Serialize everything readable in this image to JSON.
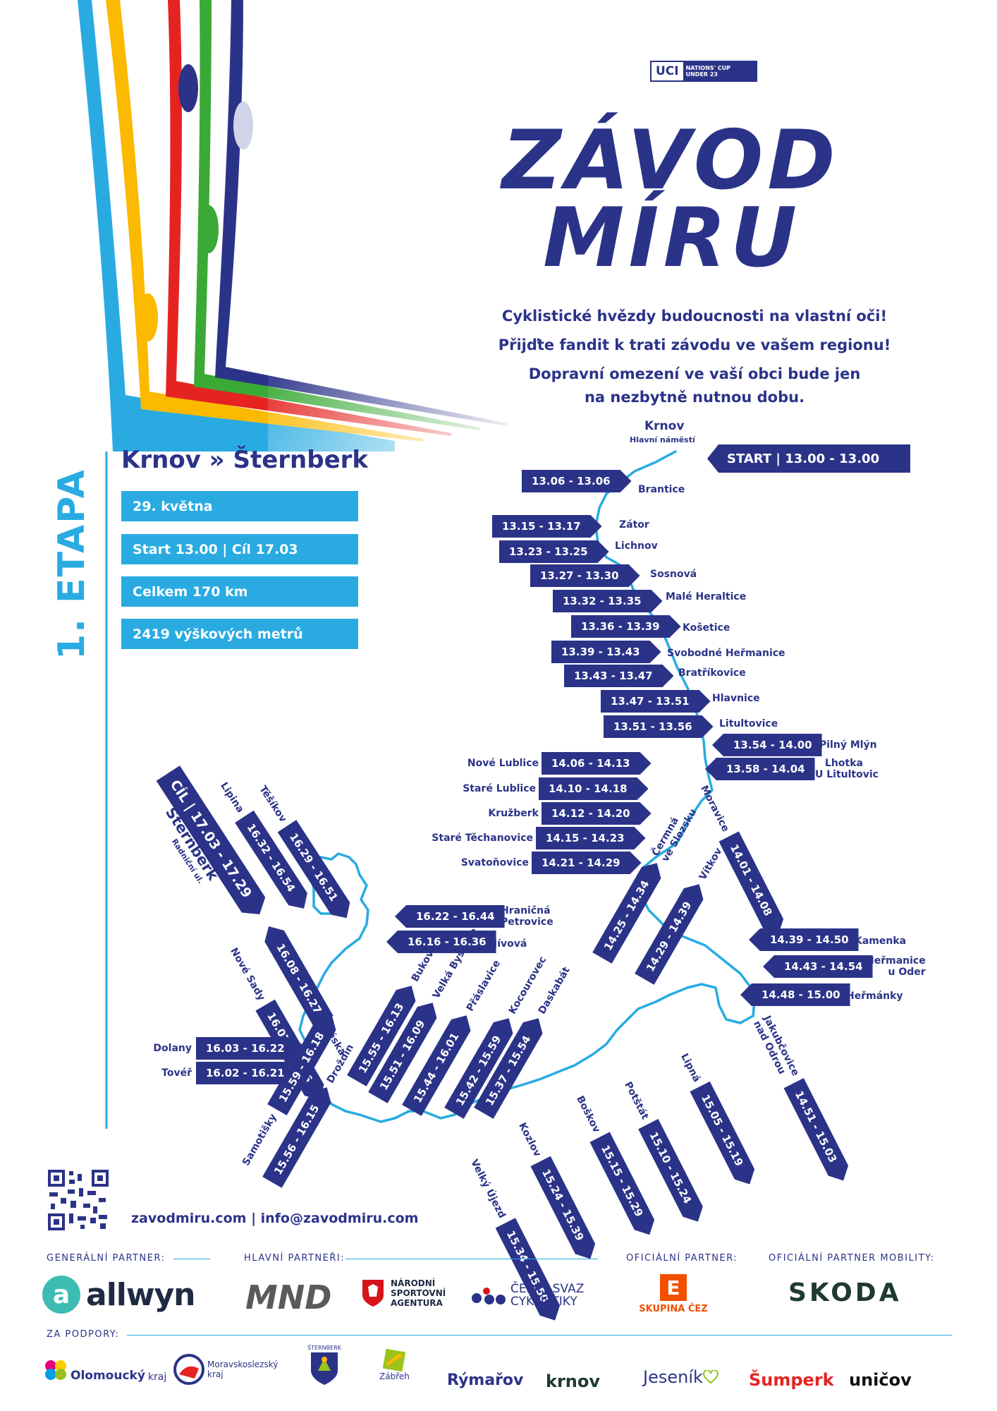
{
  "brand": {
    "uci_badge": "UCI",
    "uci_sub_line1": "NATIONS' CUP",
    "uci_sub_line2": "UNDER 23",
    "title_line1": "ZÁVOD",
    "title_line2": "MÍRU",
    "tagline1": "Cyklistické hvězdy budoucnosti na vlastní oči!",
    "tagline2": "Přijďte fandit k trati závodu  ve vašem regionu!",
    "tagline3": "Dopravní omezení ve vaší obci bude jen",
    "tagline4": "na nezbytně nutnou dobu."
  },
  "stage": {
    "label": "1. ETAPA",
    "route": "Krnov » Šternberk",
    "date": "29. května",
    "times": "Start 13.00 | Cíl 17.03",
    "distance": "Celkem 170 km",
    "elevation": "2419 výškových metrů"
  },
  "start": {
    "town": "Krnov",
    "place": "Hlavní náměstí",
    "label": "START | 13.00 - 13.00"
  },
  "finish": {
    "label": "CÍL | 17.03 - 17.29",
    "town": "Šternberk",
    "place": "Radniční ul."
  },
  "stops": {
    "brantice": {
      "town": "Brantice",
      "time": "13.06 - 13.06"
    },
    "zator": {
      "town": "Zátor",
      "time": "13.15 - 13.17"
    },
    "lichnov": {
      "town": "Lichnov",
      "time": "13.23 - 13.25"
    },
    "sosnova": {
      "town": "Sosnová",
      "time": "13.27 - 13.30"
    },
    "male_heraltice": {
      "town": "Malé Heraltice",
      "time": "13.32 - 13.35"
    },
    "kosetice": {
      "town": "Košetice",
      "time": "13.36 - 13.39"
    },
    "svobodne_hermanice": {
      "town": "Svobodné Heřmanice",
      "time": "13.39 - 13.43"
    },
    "bratrikovice": {
      "town": "Bratříkovice",
      "time": "13.43 - 13.47"
    },
    "hlavnice": {
      "town": "Hlavnice",
      "time": "13.47 - 13.51"
    },
    "litultovice": {
      "town": "Litultovice",
      "time": "13.51 - 13.56"
    },
    "pilny_mlyn": {
      "town": "Pilný Mlýn",
      "time": "13.54 - 14.00"
    },
    "lhotka_line1": "Lhotka",
    "lhotka_line2": "U Litultovic",
    "lhotka_time": "13.58 - 14.04",
    "nove_lublice": {
      "town": "Nové Lublice",
      "time": "14.06 - 14.13"
    },
    "stare_lublice": {
      "town": "Staré Lublice",
      "time": "14.10 - 14.18"
    },
    "kruzberk": {
      "town": "Kružberk",
      "time": "14.12 - 14.20"
    },
    "stare_techanovice": {
      "town": "Staré Těchanovice",
      "time": "14.15 - 14.23"
    },
    "svatonovice": {
      "town": "Svatoňovice",
      "time": "14.21 - 14.29"
    },
    "moravice": {
      "town": "Moravice",
      "time": "14.01 - 14.08"
    },
    "cermna_line1": "Čermná",
    "cermna_line2": "ve Slezsku",
    "cermna_time": "14.25 - 14.34",
    "vitkov": {
      "town": "Vítkov",
      "time": "14.29 - 14.39"
    },
    "kamenka": {
      "town": "Kamenka",
      "time": "14.39 - 14.50"
    },
    "hermanice_line1": "Heřmanice",
    "hermanice_line2": "u Oder",
    "hermanice_time": "14.43 - 14.54",
    "hermanky": {
      "town": "Heřmánky",
      "time": "14.48 - 15.00"
    },
    "jakubcovice_line1": "Jakubčovice",
    "jakubcovice_line2": "nad Odrou",
    "jakubcovice_time": "14.51 - 15.03",
    "lipna": {
      "town": "Lipná",
      "time": "15.05 - 15.19"
    },
    "potstat": {
      "town": "Potštát",
      "time": "15.10 - 15.24"
    },
    "boskov": {
      "town": "Boškov",
      "time": "15.15 - 15.29"
    },
    "kozlov": {
      "town": "Kozlov",
      "time": "15.24 - 15.39"
    },
    "velky_ujezd": {
      "town": "Velký Újezd",
      "time": "15.34 - 15.50"
    },
    "daskabat": {
      "town": "Daskabát",
      "time": "15.37 - 15.54"
    },
    "kocourovec": {
      "town": "Kocourovec",
      "time": "15.42 - 15.59"
    },
    "praslavice": {
      "town": "Přáslavice",
      "time": "15.44 - 16.01"
    },
    "velka_bystrice": {
      "town": "Velká Bystřice",
      "time": "15.51 - 16.09"
    },
    "bukovany": {
      "town": "Bukovany",
      "time": "15.55 - 16.13"
    },
    "hranicna_line1": "Hraničná",
    "hranicna_line2": "Petrovice",
    "hranicna_time": "16.22 - 16.44",
    "jivova": {
      "town": "Jívová",
      "time": "16.16 - 16.36"
    },
    "veska": {
      "town": "Véska",
      "time": "16.08 - 16.27"
    },
    "nove_sady": {
      "town": "Nové Sady",
      "time": "16.07 - 16.26"
    },
    "dolany": {
      "town": "Dolany",
      "time": "16.03 - 16.22"
    },
    "tover": {
      "town": "Tovéř",
      "time": "16.02 - 16.21"
    },
    "samotisky": {
      "town": "Samotišky",
      "time": "15.59 - 16.18"
    },
    "drozdin": {
      "town": "Droždín",
      "time": "15.56 - 16.15"
    },
    "tesikov": {
      "town": "Těšíkov",
      "time": "16.29 - 16.51"
    },
    "lipina": {
      "town": "Lipina",
      "time": "16.32 - 16.54"
    }
  },
  "contact": {
    "text": "zavodmiru.com | info@zavodmiru.com"
  },
  "partners": {
    "general_label": "GENERÁLNÍ PARTNER:",
    "main_label": "HLAVNÍ PARTNEŘI:",
    "official_label": "OFICIÁLNÍ PARTNER:",
    "mobility_label": "OFICIÁLNÍ PARTNER MOBILITY:",
    "support_label": "ZA PODPORY:",
    "allwyn": "allwyn",
    "allwyn_mark": "a",
    "mnd": "MND",
    "nsa_line1": "NÁRODNÍ",
    "nsa_line2": "SPORTOVNÍ",
    "nsa_line3": "AGENTURA",
    "csc_line1": "ČESKÝ SVAZ",
    "csc_line2": "CYKLISTIKY",
    "cez_mark": "E",
    "cez": "SKUPINA ČEZ",
    "skoda": "SKODA",
    "olomoucky": "Olomoucký",
    "olomoucky_kraj": "kraj",
    "msk_line1": "Moravskoslezský",
    "msk_line2": "kraj",
    "sternberk": "ŠTERNBERK",
    "zabreh": "Zábřeh",
    "rymarov": "Rýmařov",
    "krnov": "krnov",
    "jesenik": "Jeseník",
    "sumperk": "Šumperk",
    "unicov": "uničov"
  },
  "colors": {
    "navy": "#2b3388",
    "sky": "#29abe2",
    "yellow": "#fbb900",
    "red": "#e52421",
    "green": "#3aa935"
  }
}
